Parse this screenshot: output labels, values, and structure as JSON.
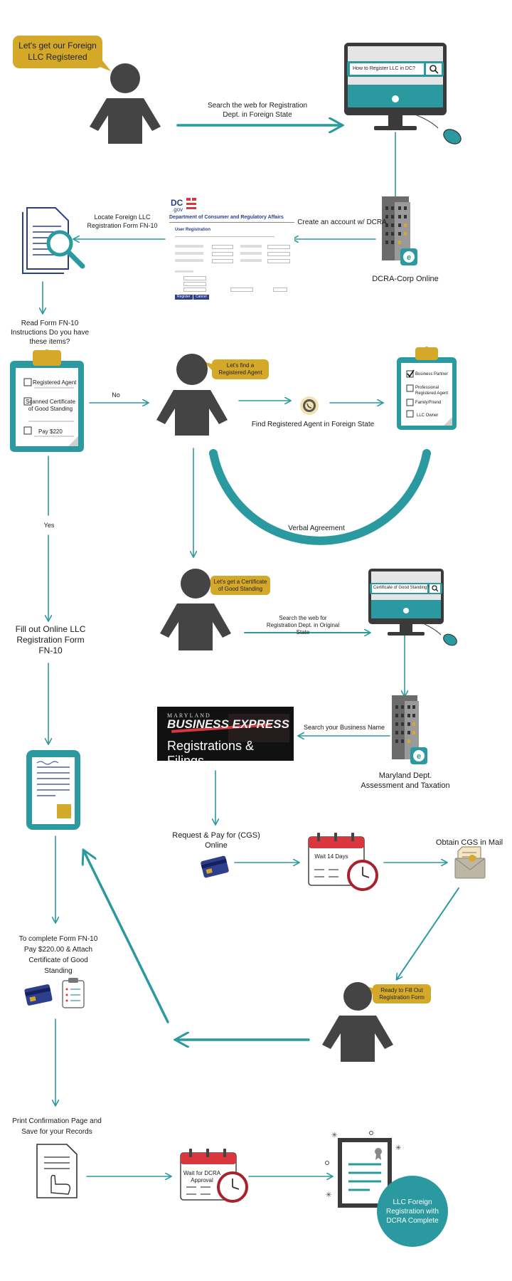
{
  "colors": {
    "teal": "#2a9aa0",
    "gold": "#d4a92a",
    "person": "#444444",
    "dark": "#1a1a1a",
    "red": "#d9363e"
  },
  "bubbles": {
    "foreign_llc": "Let's get our Foreign LLC Registered",
    "registered_agent": "Let's find a Registered Agent",
    "certificate": "Let's get a Certificate of Good Standing",
    "ready": "Ready to Fill Out Registration Form"
  },
  "labels": {
    "search_foreign_state": "Search the web for Registration Dept. in Foreign State",
    "create_account": "Create an account w/ DCRA",
    "dcra_corp_online": "DCRA-Corp Online",
    "locate_form": "Locate Foreign  LLC Registration Form FN-10",
    "read_form": "Read Form FN-10 Instructions Do you have these items?",
    "no": "No",
    "yes": "Yes",
    "find_agent": "Find Registered Agent in Foreign State",
    "verbal_agreement": "Verbal Agreement",
    "fill_out": "Fill out Online LLC Registration Form FN-10",
    "search_original_state": "Search the web for Registration Dept. in Original State",
    "search_business": "Search your Business Name",
    "maryland_dept": "Maryland Dept. Assessment and Taxation",
    "request_pay": "Request & Pay for (CGS) Online",
    "wait_14": "Wait 14 Days",
    "obtain_cgs": "Obtain CGS in Mail",
    "to_complete": "To complete Form FN-10 Pay $220.00 & Attach Certificate of Good Standing",
    "print_confirmation": "Print Confirmation Page and Save for your Records",
    "wait_dcra": "Wait for DCRA Approval",
    "complete": "LLC Foreign Registration with DCRA Complete"
  },
  "monitor1": {
    "search_text": "How to Register LLC in DC?"
  },
  "monitor2": {
    "search_text": "Certificate of Good Standing?"
  },
  "checklist_left": {
    "items": [
      "Registered Agent",
      "Scanned Certificate of Good Standing",
      "Pay $220"
    ]
  },
  "checklist_right": {
    "items": [
      "Business Partner",
      "Professional Registered Agent",
      "Family/Friend",
      "LLC Owner"
    ]
  },
  "dcra_form": {
    "logo_dc": "DC",
    "logo_gov": ".gov",
    "title": "Department of Consumer and Regulatory Affairs",
    "section": "User Registration",
    "button_register": "Register",
    "button_cancel": "Cancel"
  },
  "maryland_banner": {
    "top": "MARYLAND",
    "middle": "BUSINESS EXPRESS",
    "bottom": "Registrations & Filings"
  }
}
